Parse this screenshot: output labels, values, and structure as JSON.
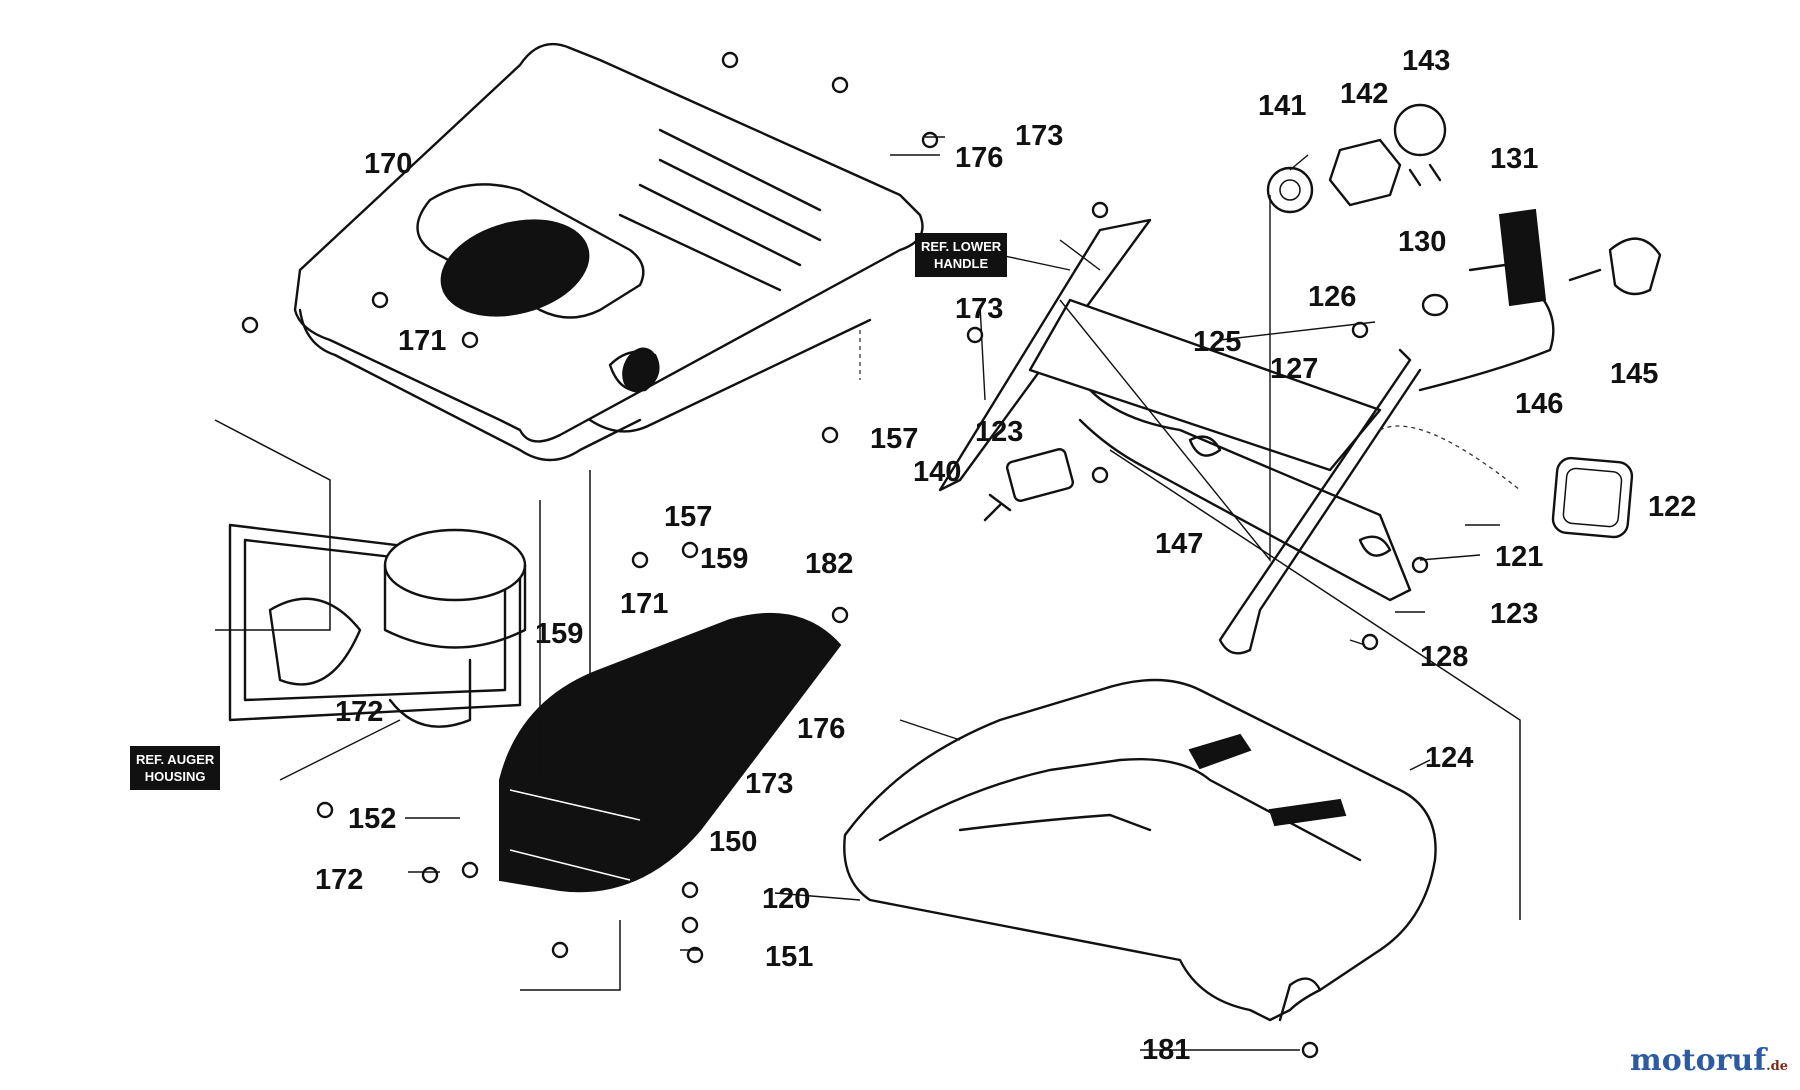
{
  "parts": {
    "p120": "120",
    "p121": "121",
    "p122": "122",
    "p123a": "123",
    "p123b": "123",
    "p124": "124",
    "p125": "125",
    "p126": "126",
    "p127": "127",
    "p128": "128",
    "p130": "130",
    "p131": "131",
    "p140": "140",
    "p141": "141",
    "p142": "142",
    "p143": "143",
    "p145": "145",
    "p146": "146",
    "p147": "147",
    "p150": "150",
    "p151": "151",
    "p152": "152",
    "p157a": "157",
    "p157b": "157",
    "p159a": "159",
    "p159b": "159",
    "p170": "170",
    "p171a": "171",
    "p171b": "171",
    "p172a": "172",
    "p172b": "172",
    "p173a": "173",
    "p173b": "173",
    "p173c": "173",
    "p176a": "176",
    "p176b": "176",
    "p181": "181",
    "p182": "182"
  },
  "references": {
    "lower_handle": {
      "line1": "REF. LOWER",
      "line2": "HANDLE"
    },
    "auger_housing": {
      "line1": "REF. AUGER",
      "line2": "HOUSING"
    }
  },
  "watermark": {
    "name": "motoruf",
    "tld": ".de"
  },
  "colors": {
    "ink": "#111111",
    "watermark": "#2d5aa0"
  }
}
